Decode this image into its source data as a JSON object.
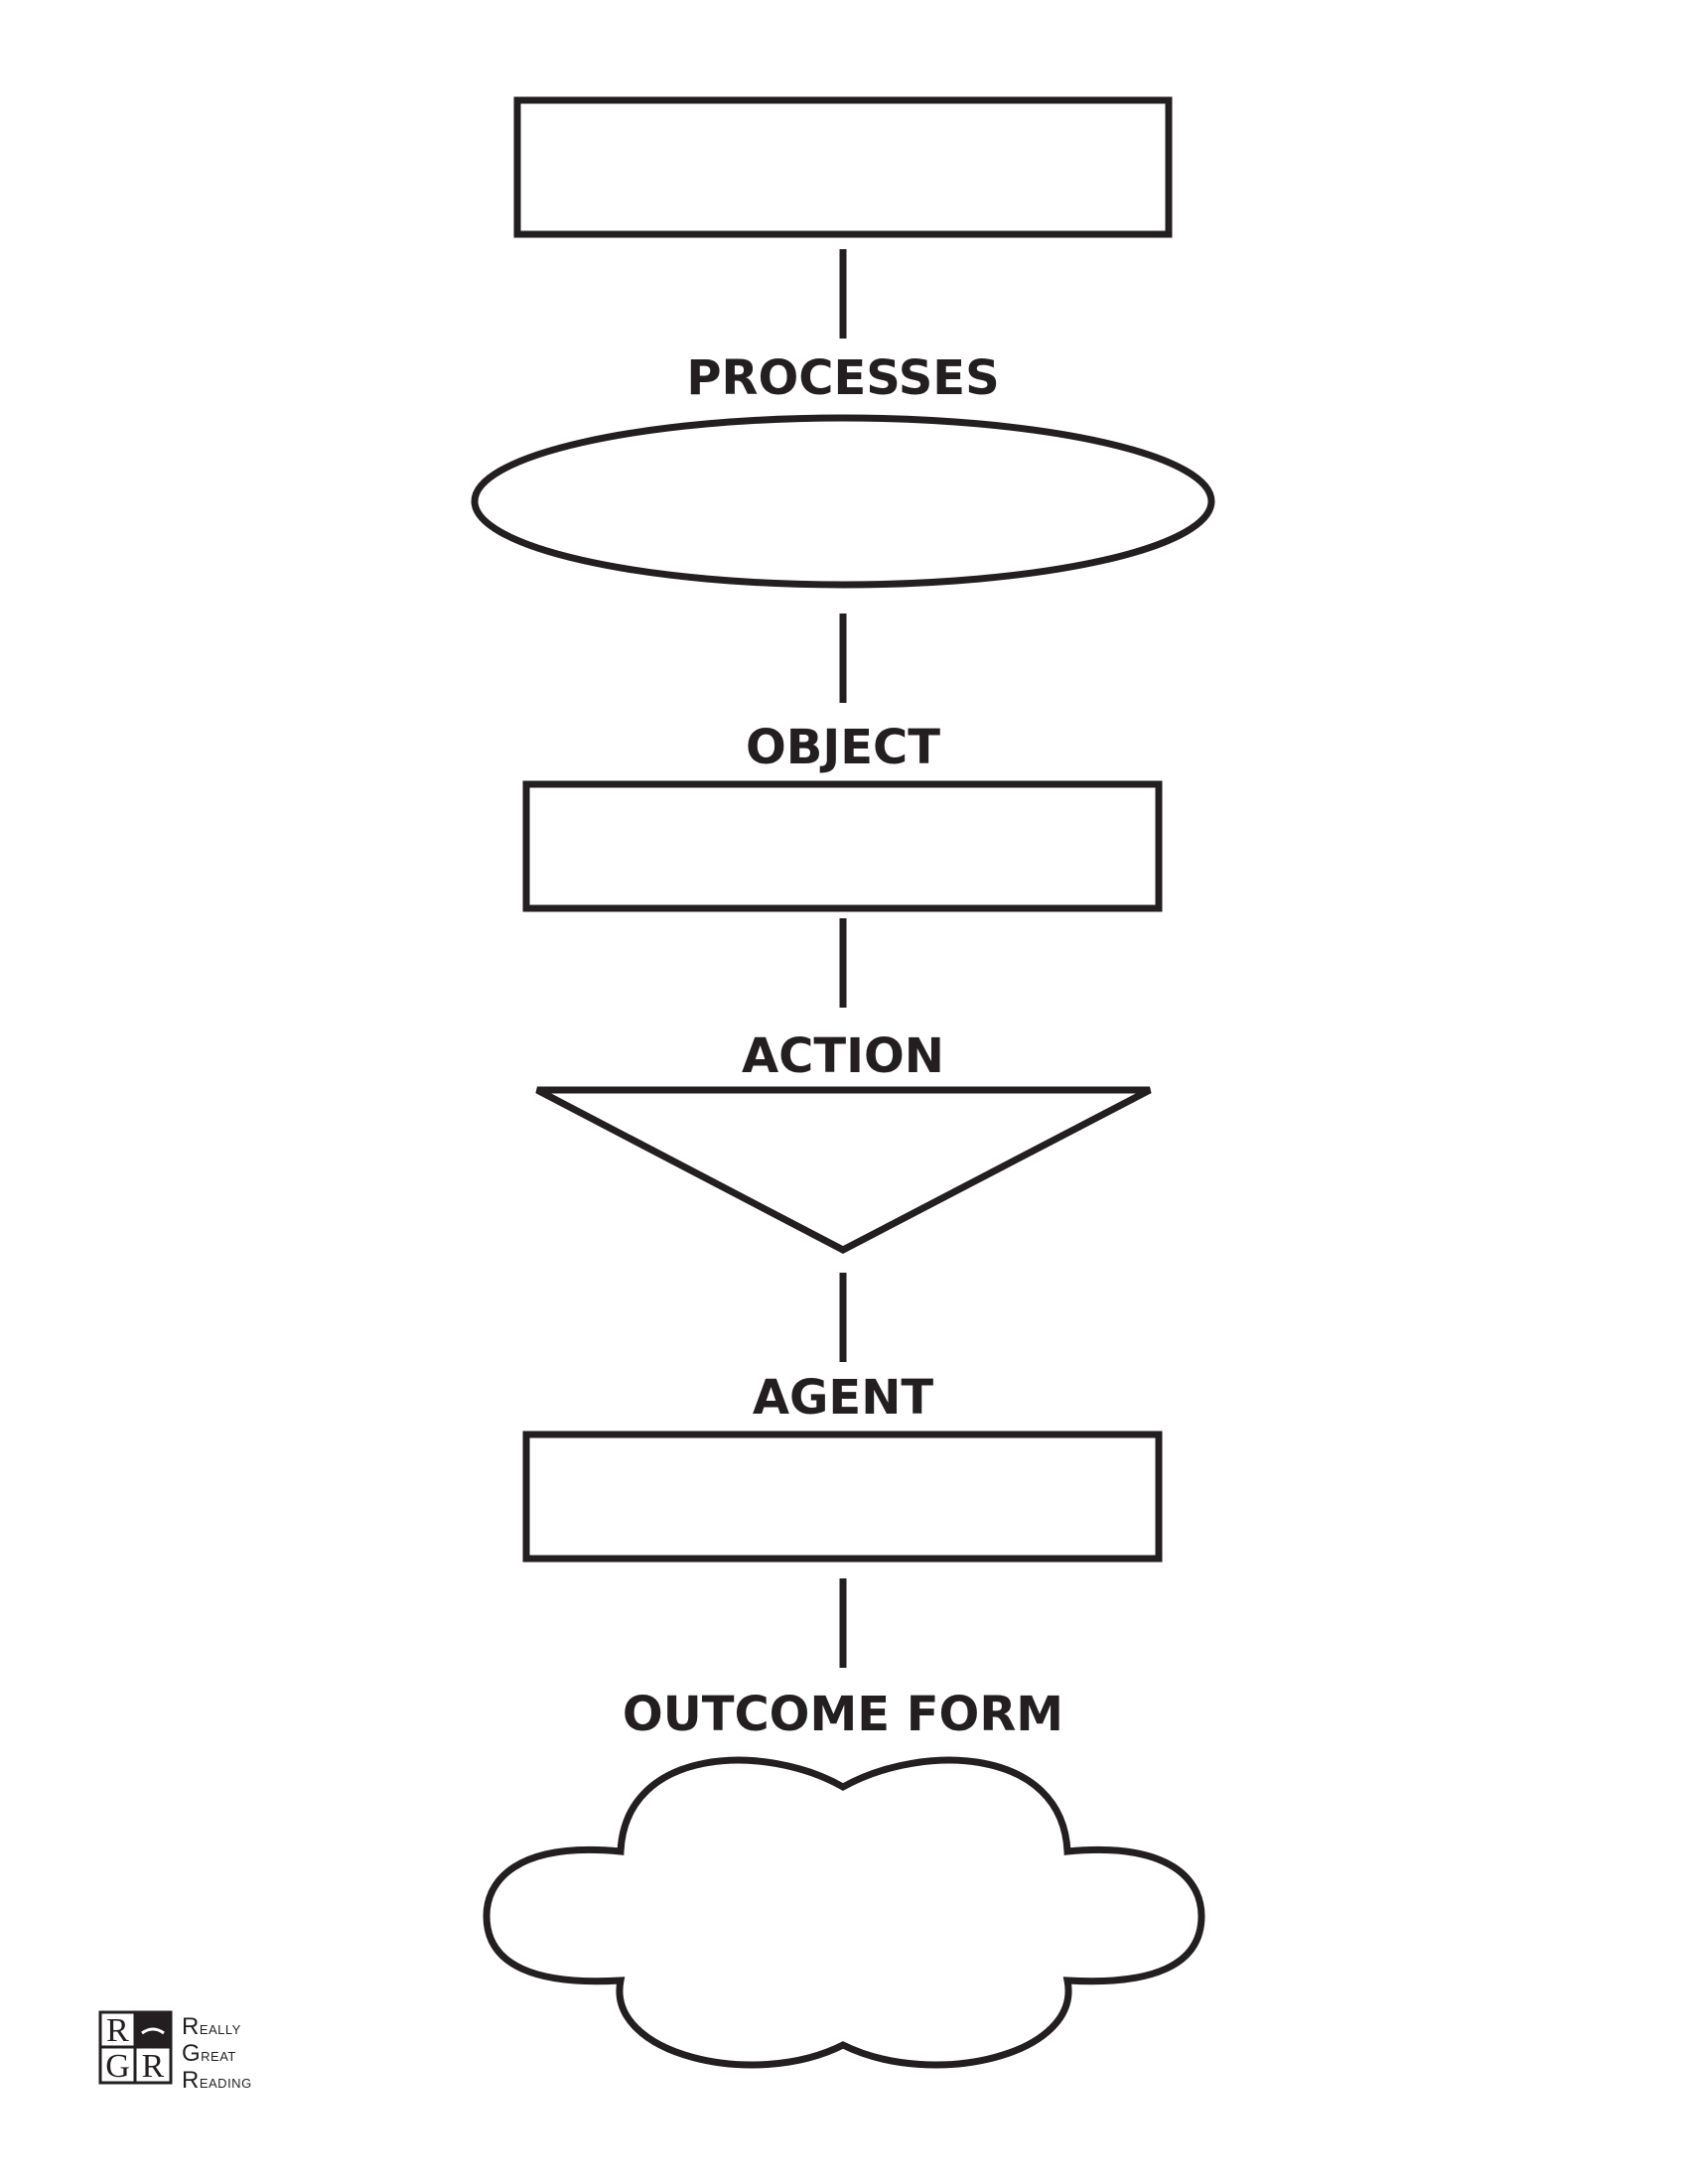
{
  "diagram": {
    "labels": {
      "processes": "PROCESSES",
      "object": "OBJECT",
      "action": "ACTION",
      "agent": "AGENT",
      "outcome_form": "OUTCOME FORM"
    }
  },
  "logo": {
    "mark_top_left": "R",
    "mark_bottom_left": "G",
    "mark_bottom_right": "R",
    "line1": "Really",
    "line2": "Great",
    "line3": "Reading"
  },
  "colors": {
    "ink": "#231f20",
    "background": "#ffffff"
  }
}
